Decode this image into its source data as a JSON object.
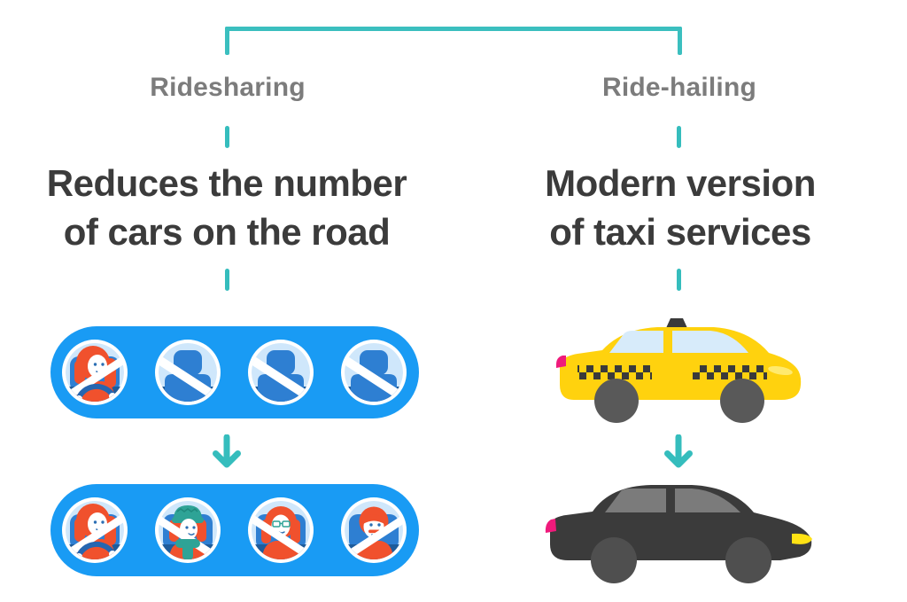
{
  "diagram": {
    "type": "comparison-infographic",
    "topic": "Ridesharing vs Ride-hailing",
    "accent_color": "#3bbfbf",
    "background_color": "#ffffff",
    "label_color": "#7c7c7c",
    "headline_color": "#3b3b3b",
    "left_column": {
      "label": "Ridesharing",
      "headline_line1": "Reduces the number",
      "headline_line2": "of cars on the road",
      "car_body_color": "#199bf4",
      "illustration_top": {
        "name": "shared-car-one-driver",
        "seats_total": 4,
        "seats_occupied": 1,
        "seats_empty": 3,
        "occupants": [
          "driver-red-hair"
        ]
      },
      "illustration_bottom": {
        "name": "shared-car-four-passengers",
        "seats_total": 4,
        "seats_occupied": 4,
        "seats_empty": 0,
        "occupants": [
          "driver-red-hair",
          "passenger-beanie-scarf",
          "passenger-glasses",
          "passenger-mustache"
        ]
      }
    },
    "right_column": {
      "label": "Ride-hailing",
      "headline_line1": "Modern version",
      "headline_line2": "of taxi services",
      "illustration_top": {
        "name": "yellow-taxi",
        "body_color": "#ffd20e",
        "checker_color": "#3a3a3a",
        "window_color": "#d7ebfa"
      },
      "illustration_bottom": {
        "name": "black-car",
        "body_color": "#3b3b3b",
        "window_color": "#7b7b7b"
      }
    },
    "icons": {
      "down_arrow": "teal rounded down arrow",
      "bracket": "teal top bracket connector"
    }
  }
}
